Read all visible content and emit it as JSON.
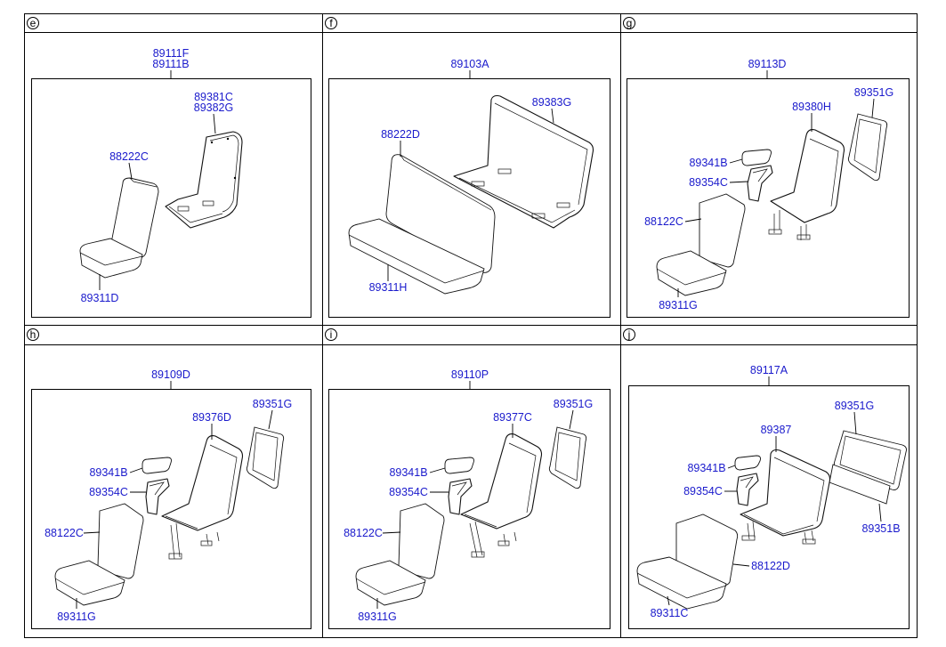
{
  "panels": [
    {
      "letter": "e",
      "assembly": [
        "89111F",
        "89111B"
      ],
      "parts": {
        "frame": [
          "89381C",
          "89382G"
        ],
        "back": "88222C",
        "cushion": "89311D"
      }
    },
    {
      "letter": "f",
      "assembly": [
        "89103A"
      ],
      "parts": {
        "frame": "89383G",
        "back": "88222D",
        "cushion": "89311H"
      }
    },
    {
      "letter": "g",
      "assembly": [
        "89113D"
      ],
      "parts": {
        "pad": "89351G",
        "frame": "89380H",
        "armrest": "89341B",
        "bracket": "89354C",
        "back": "88122C",
        "cushion": "89311G"
      }
    },
    {
      "letter": "h",
      "assembly": [
        "89109D"
      ],
      "parts": {
        "pad": "89351G",
        "frame": "89376D",
        "armrest": "89341B",
        "bracket": "89354C",
        "back": "88122C",
        "cushion": "89311G"
      }
    },
    {
      "letter": "i",
      "assembly": [
        "89110P"
      ],
      "parts": {
        "pad": "89351G",
        "frame": "89377C",
        "armrest": "89341B",
        "bracket": "89354C",
        "back": "88122C",
        "cushion": "89311G"
      }
    },
    {
      "letter": "j",
      "assembly": [
        "89117A"
      ],
      "parts": {
        "pad": "89351G",
        "frame": "89387",
        "armrest": "89341B",
        "bracket": "89354C",
        "cover": "89351B",
        "back": "88122D",
        "cushion": "89311C"
      }
    }
  ],
  "colors": {
    "label": "#1a1acc",
    "line": "#000000"
  }
}
